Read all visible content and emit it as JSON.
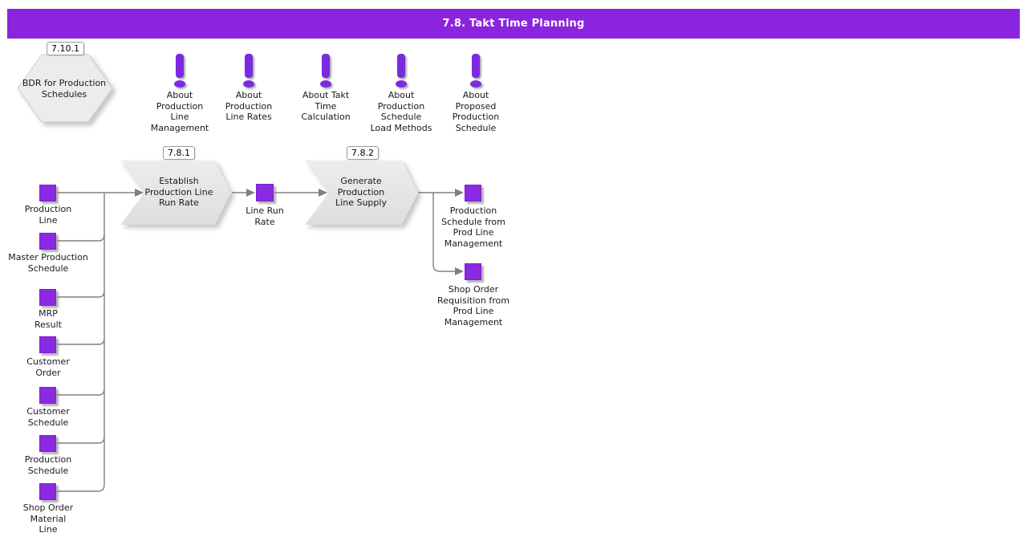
{
  "header": {
    "title": "7.8. Takt Time Planning"
  },
  "colors": {
    "header_bg": "#8a24dd",
    "node_purple": "#8a2ae2",
    "info_icon_purple": "#7c2ae0",
    "process_shape_gray": "#e4e4e4",
    "connector_gray": "#808080"
  },
  "start_node": {
    "badge": "7.10.1",
    "label": "BDR for Production\nSchedules"
  },
  "info_icons": [
    {
      "label": "About\nProduction\nLine\nManagement"
    },
    {
      "label": "About\nProduction\nLine Rates"
    },
    {
      "label": "About Takt\nTime\nCalculation"
    },
    {
      "label": "About\nProduction\nSchedule\nLoad Methods"
    },
    {
      "label": "About\nProposed\nProduction\nSchedule"
    }
  ],
  "inputs": [
    {
      "label": "Production\nLine"
    },
    {
      "label": "Master Production\nSchedule"
    },
    {
      "label": "MRP\nResult"
    },
    {
      "label": "Customer\nOrder"
    },
    {
      "label": "Customer\nSchedule"
    },
    {
      "label": "Production\nSchedule"
    },
    {
      "label": "Shop Order\nMaterial\nLine"
    }
  ],
  "processes": [
    {
      "badge": "7.8.1",
      "label": "Establish\nProduction Line\nRun Rate"
    },
    {
      "badge": "7.8.2",
      "label": "Generate\nProduction\nLine Supply"
    }
  ],
  "intermediate_node": {
    "label": "Line Run\nRate"
  },
  "outputs": [
    {
      "label": "Production\nSchedule from\nProd Line\nManagement"
    },
    {
      "label": "Shop Order\nRequisition from\nProd Line\nManagement"
    }
  ]
}
